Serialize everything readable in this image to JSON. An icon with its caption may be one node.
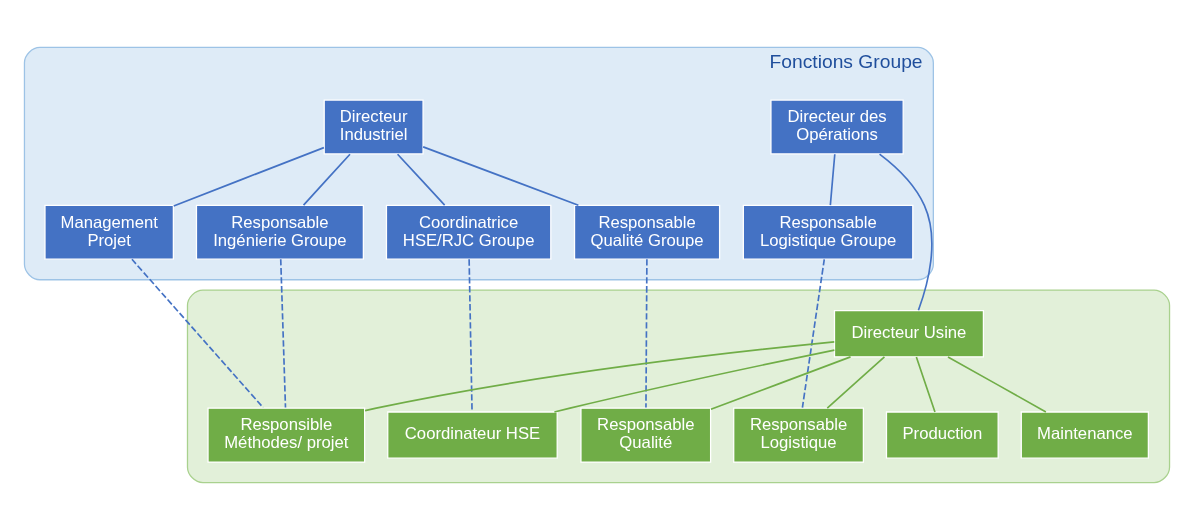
{
  "diagram": {
    "nodes": [
      {
        "text": [
          "Fonctions Groupe"
        ]
      },
      {
        "text": [
          "Directeur Industriel"
        ],
        "in": 0
      },
      {
        "text": [
          "Directeur des Opérations"
        ],
        "in": 0
      },
      {
        "text": [
          "Responsable Qualité Groupe"
        ],
        "in": 0
      },
      {
        "text": [
          "Responsable Ingénierie Groupe"
        ],
        "in": 0
      },
      {
        "text": [
          "Management Projet"
        ],
        "in": 0
      },
      {
        "text": [
          "Coordinatrice HSE/RJC Groupe"
        ],
        "in": 0
      },
      {
        "text": [
          "Responsable Logistique Groupe"
        ],
        "in": 0
      },
      {
        "text": [],
        "shape": "box"
      },
      {
        "text": [
          "Directeur Usine"
        ],
        "in": 8
      },
      {
        "text": [
          "Responsable Qualité"
        ],
        "in": 8
      },
      {
        "text": [
          "Responsible Méthodes/ projet"
        ],
        "in": 8
      },
      {
        "text": [
          "Coordinateur HSE"
        ],
        "in": 8
      },
      {
        "text": [
          "Production"
        ],
        "in": 8
      },
      {
        "text": [
          "Maintenance"
        ],
        "in": 8
      },
      {
        "text": [
          "Responsable Logistique"
        ],
        "in": 8
      }
    ],
    "edges": [
      {
        "from": 1,
        "to": 3,
        "arrow": "none"
      },
      {
        "from": 1,
        "to": 4,
        "arrow": "none"
      },
      {
        "from": 1,
        "to": 5,
        "arrow": "none"
      },
      {
        "from": 1,
        "to": 6,
        "arrow": "none"
      },
      {
        "from": 2,
        "to": 7,
        "arrow": "none"
      },
      {
        "from": 2,
        "to": 9,
        "arrow": "none"
      },
      {
        "from": 9,
        "to": 10,
        "arrow": "none",
        "color": "#70ad47"
      },
      {
        "from": 9,
        "to": 11,
        "arrow": "none",
        "color": "#70ad47"
      },
      {
        "from": 9,
        "to": 12,
        "arrow": "none",
        "color": "#70ad47"
      },
      {
        "from": 9,
        "to": 13,
        "arrow": "none",
        "color": "#70ad47"
      },
      {
        "from": 9,
        "to": 14,
        "arrow": "none",
        "color": "#70ad47"
      },
      {
        "from": 9,
        "to": 15,
        "arrow": "none",
        "color": "#70ad47"
      },
      {
        "from": 3,
        "to": 10,
        "arrow": "none",
        "style": "dashed"
      },
      {
        "from": 4,
        "to": 11,
        "arrow": "none",
        "style": "dashed"
      },
      {
        "from": 5,
        "to": 11,
        "arrow": "none",
        "style": "dashed"
      },
      {
        "from": 6,
        "to": 12,
        "arrow": "none",
        "style": "dashed"
      },
      {
        "from": 7,
        "to": 15,
        "arrow": "none",
        "style": "dashed"
      }
    ]
  }
}
